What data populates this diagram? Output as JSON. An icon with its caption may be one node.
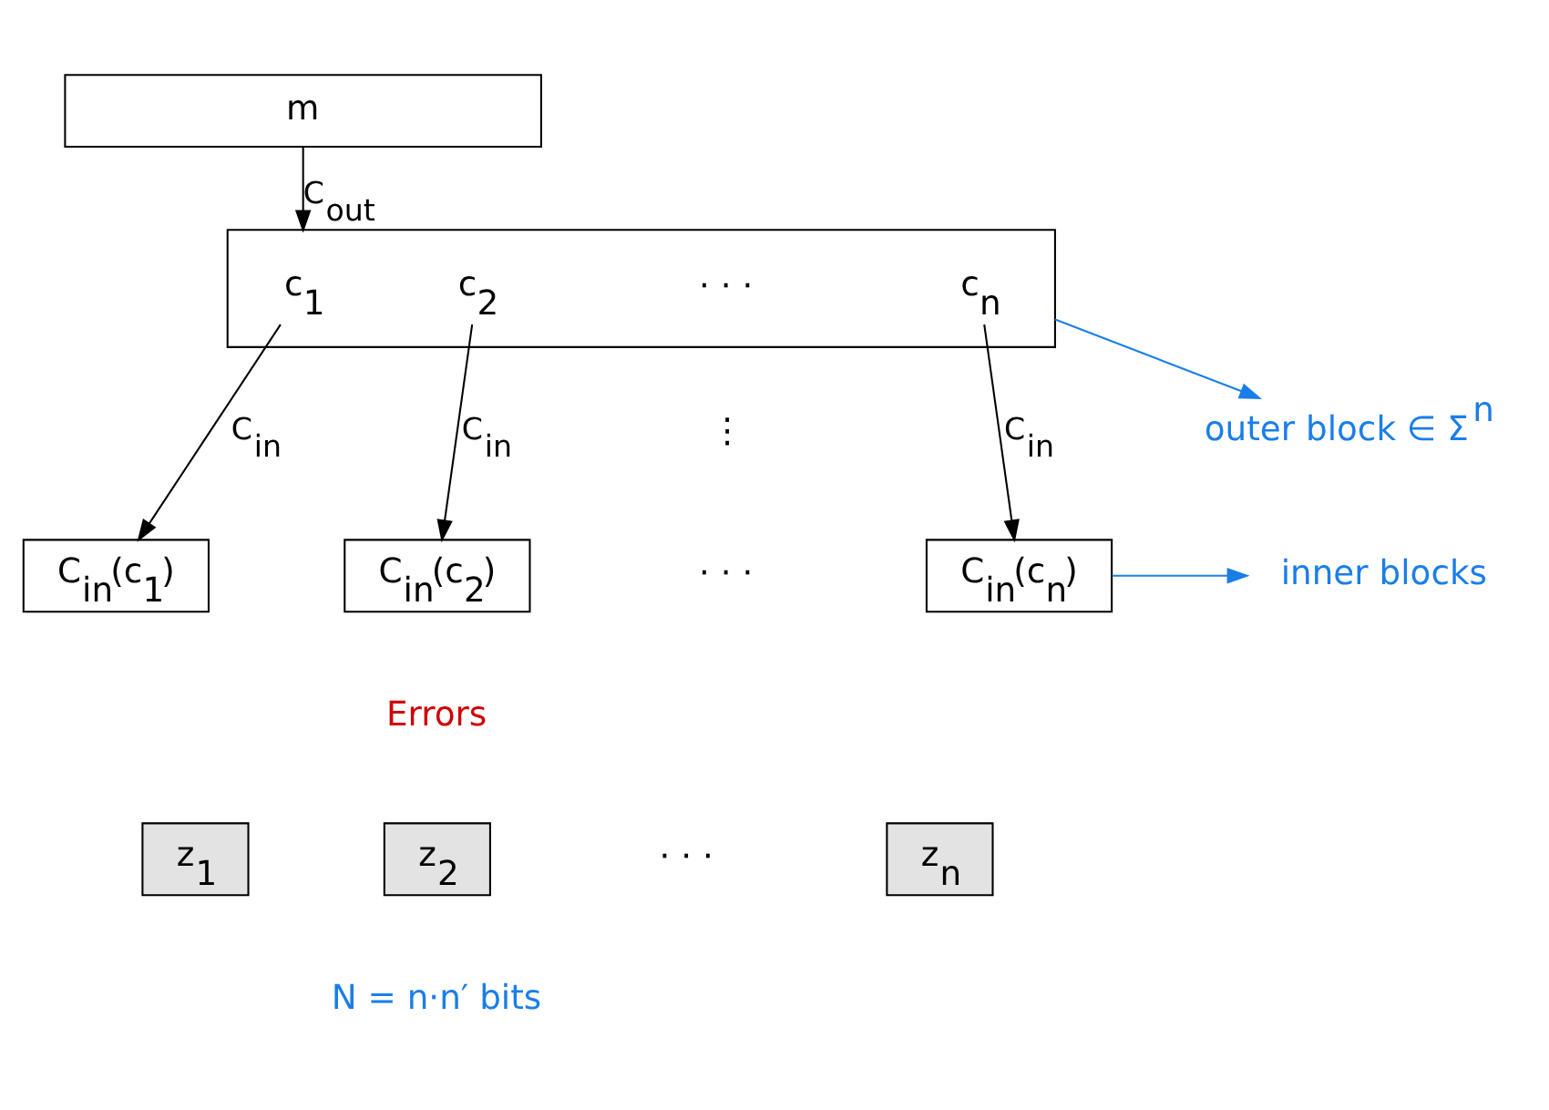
{
  "diagram": {
    "nodes": [
      {
        "text": [
          "m"
        ]
      },
      {
        "text": [],
        "shape": "box"
      },
      {
        "text": [
          "c$_{1}$"
        ],
        "in": 1
      },
      {
        "text": [
          "c$_{2}$"
        ],
        "in": 1
      },
      {
        "text": [
          "c$_{n}$"
        ],
        "in": 1
      },
      {
        "text": [
          "C$_{in}$(c$_{1}$)"
        ]
      },
      {
        "text": [
          "C$_{in}$(c$_{2}$)"
        ]
      },
      {
        "text": [
          "C$_{in}$(c$_{n}$)"
        ]
      },
      {
        "text": [
          "z$_{1}$"
        ]
      },
      {
        "text": [
          "z$_{2}$"
        ]
      },
      {
        "text": [
          "z$_{n}$"
        ]
      },
      {
        "text": [
          "outer block ∈ Σ$^{n}$"
        ]
      },
      {
        "text": [
          "inner blocks"
        ]
      }
    ],
    "edges": [
      {
        "from": 0,
        "to": 1,
        "arrow": "to",
        "label": "C$_{out}$"
      },
      {
        "from": 2,
        "to": 5,
        "arrow": "to",
        "label": "C$_{in}$"
      },
      {
        "from": 3,
        "to": 6,
        "arrow": "to",
        "label": "C$_{in}$"
      },
      {
        "from": 4,
        "to": 7,
        "arrow": "to",
        "label": "C$_{in}$"
      },
      {
        "from": 1,
        "to": 11,
        "arrow": "to",
        "color": "#1a7ee8"
      },
      {
        "from": 7,
        "to": 12,
        "arrow": "to",
        "color": "#1a7ee8"
      }
    ],
    "labels": [
      "· · ·",
      "⋮",
      "· · ·",
      "Errors",
      "· · ·",
      "N = n·n′ bits"
    ]
  }
}
